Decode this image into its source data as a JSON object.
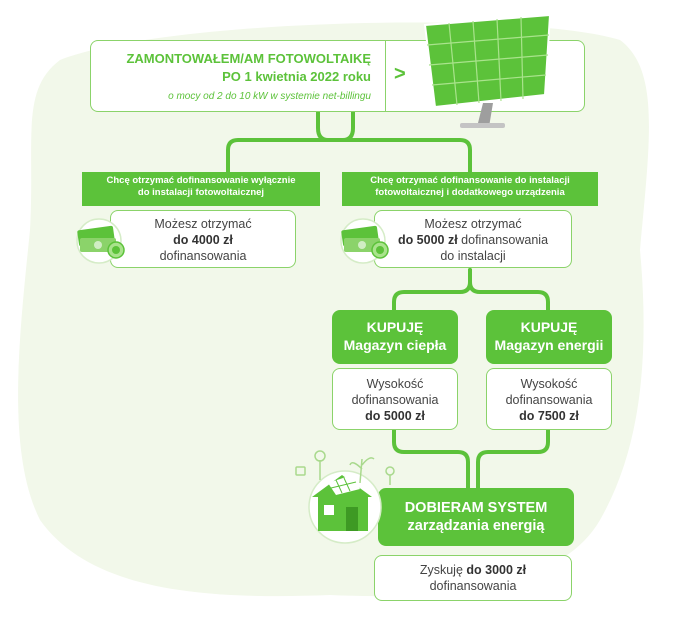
{
  "top": {
    "title_line1": "ZAMONTOWAŁEM/AM FOTOWOLTAIKĘ",
    "title_line2": "PO 1 kwietnia 2022 roku",
    "subtitle": "o mocy od 2 do 10 kW w systemie net-billingu",
    "arrow": ">"
  },
  "left_branch": {
    "header_line1": "Chcę otrzymać dofinansowanie wyłącznie",
    "header_line2": "do instalacji fotowoltaicznej",
    "line1": "Możesz otrzymać",
    "amount": "do 4000 zł",
    "line3": "dofinansowania"
  },
  "right_branch": {
    "header_line1": "Chcę otrzymać dofinansowanie do instalacji",
    "header_line2": "fotowoltaicznej i dodatkowego urządzenia",
    "line1": "Możesz otrzymać",
    "amount": "do 5000 zł",
    "amount_suffix": " dofinansowania",
    "line3": "do instalacji"
  },
  "heat": {
    "title_line1": "KUPUJĘ",
    "title_line2": "Magazyn ciepła",
    "line1": "Wysokość",
    "line2": "dofinansowania",
    "amount": "do 5000 zł"
  },
  "energy": {
    "title_line1": "KUPUJĘ",
    "title_line2": "Magazyn energii",
    "line1": "Wysokość",
    "line2": "dofinansowania",
    "amount": "do 7500 zł"
  },
  "system": {
    "title_line1": "DOBIERAM SYSTEM",
    "title_line2": "zarządzania energią",
    "prefix": "Zyskuję ",
    "amount": "do 3000 zł",
    "line2": "dofinansowania"
  },
  "colors": {
    "green": "#5cc23a",
    "light_green": "#8bd36a",
    "background": "#f2f8ea"
  },
  "icons": [
    "solar-panel-icon",
    "money-icon",
    "house-icon"
  ]
}
